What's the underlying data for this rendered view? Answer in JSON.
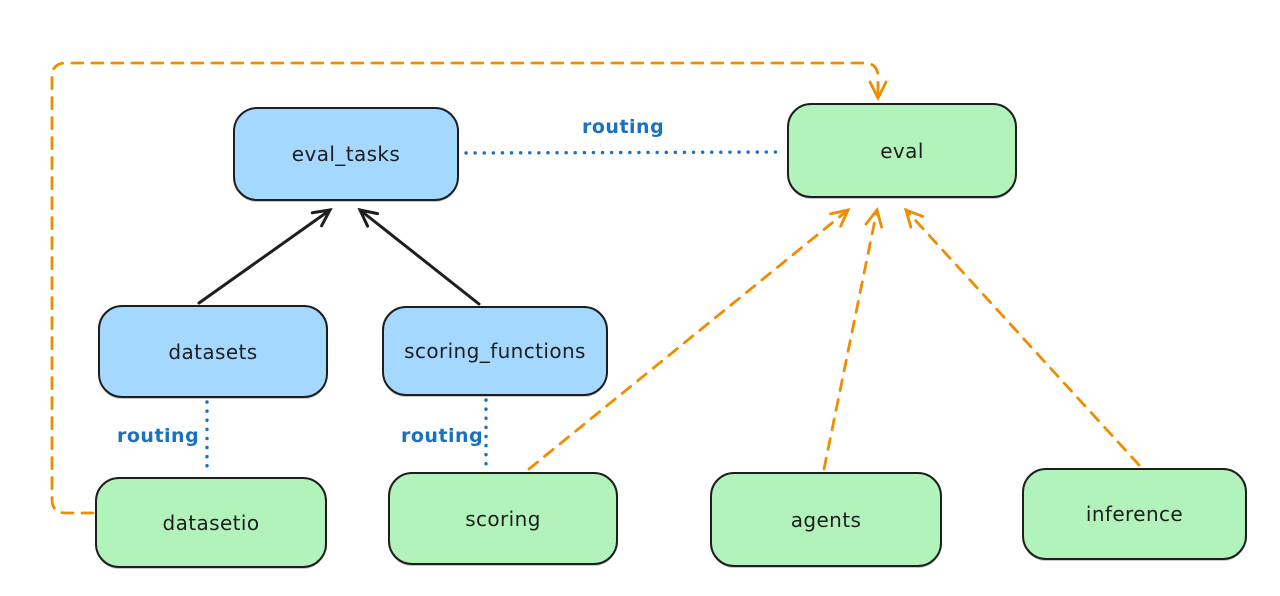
{
  "colors": {
    "canvas-bg": "#ffffff",
    "node-blue-fill": "#a5d8ff",
    "node-green-fill": "#b2f2bb",
    "node-stroke": "#1e1e1e",
    "routing-blue": "#1971c2",
    "provider-orange": "#f08c00"
  },
  "diagram": {
    "nodes": [
      {
        "id": "eval_tasks",
        "label": "eval_tasks",
        "kind": "api-blue"
      },
      {
        "id": "eval",
        "label": "eval",
        "kind": "provider-green"
      },
      {
        "id": "datasets",
        "label": "datasets",
        "kind": "api-blue"
      },
      {
        "id": "scoring_functions",
        "label": "scoring_functions",
        "kind": "api-blue"
      },
      {
        "id": "datasetio",
        "label": "datasetio",
        "kind": "provider-green"
      },
      {
        "id": "scoring",
        "label": "scoring",
        "kind": "provider-green"
      },
      {
        "id": "agents",
        "label": "agents",
        "kind": "provider-green"
      },
      {
        "id": "inference",
        "label": "inference",
        "kind": "provider-green"
      }
    ],
    "edges": [
      {
        "from": "datasets",
        "to": "eval_tasks",
        "style": "solid",
        "color": "#1e1e1e",
        "arrow": "to",
        "label": ""
      },
      {
        "from": "scoring_functions",
        "to": "eval_tasks",
        "style": "solid",
        "color": "#1e1e1e",
        "arrow": "to",
        "label": ""
      },
      {
        "from": "eval_tasks",
        "to": "eval",
        "style": "dotted",
        "color": "#1971c2",
        "arrow": "none",
        "label": "routing"
      },
      {
        "from": "datasets",
        "to": "datasetio",
        "style": "dotted",
        "color": "#1971c2",
        "arrow": "none",
        "label": "routing"
      },
      {
        "from": "scoring_functions",
        "to": "scoring",
        "style": "dotted",
        "color": "#1971c2",
        "arrow": "none",
        "label": "routing"
      },
      {
        "from": "datasetio",
        "to": "eval",
        "style": "dashed",
        "color": "#f08c00",
        "arrow": "to",
        "label": ""
      },
      {
        "from": "scoring",
        "to": "eval",
        "style": "dashed",
        "color": "#f08c00",
        "arrow": "to",
        "label": ""
      },
      {
        "from": "agents",
        "to": "eval",
        "style": "dashed",
        "color": "#f08c00",
        "arrow": "to",
        "label": ""
      },
      {
        "from": "inference",
        "to": "eval",
        "style": "dashed",
        "color": "#f08c00",
        "arrow": "to",
        "label": ""
      }
    ]
  }
}
